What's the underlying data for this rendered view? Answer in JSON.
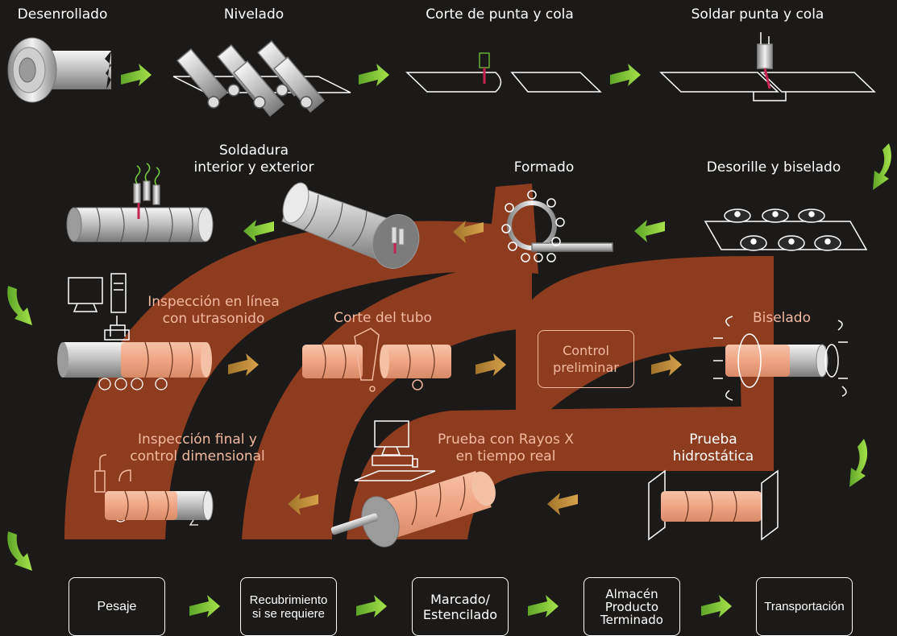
{
  "colors": {
    "background": "#1b1a19",
    "band": "#8d3c1f",
    "arrow_green": "#8ccf3c",
    "arrow_gold": "#c8923a",
    "pipe_pink": "#f0a585",
    "text_pink": "#f2b9a0"
  },
  "row1": {
    "s1": "Desenrollado",
    "s2": "Nivelado",
    "s3": "Corte de punta y cola",
    "s4": "Soldar punta y cola"
  },
  "row2": {
    "s1_line1": "Soldadura",
    "s1_line2": "interior y exterior",
    "s2": "Formado",
    "s3": "Desorille y biselado"
  },
  "row3": {
    "s1_line1": "Inspección en línea",
    "s1_line2": "con utrasonido",
    "s2": "Corte del tubo",
    "s3_line1": "Control",
    "s3_line2": "preliminar",
    "s4": "Biselado"
  },
  "row4": {
    "s1_line1": "Inspección final y",
    "s1_line2": "control dimensional",
    "s2_line1": "Prueba con Rayos X",
    "s2_line2": "en tiempo real",
    "s3_line1": "Prueba",
    "s3_line2": "hidrostática"
  },
  "row5": {
    "b1": "Pesaje",
    "b2_line1": "Recubrimiento",
    "b2_line2": "si se requiere",
    "b3_line1": "Marcado/",
    "b3_line2": "Estencilado",
    "b4_line1": "Almacén",
    "b4_line2": "Producto",
    "b4_line3": "Terminado",
    "b5": "Transportación"
  },
  "icons": [
    "coil-icon",
    "leveling-rollers-icon",
    "cutting-icon",
    "welding-torch-icon",
    "pipe-welding-icon",
    "forming-rollers-icon",
    "edge-trimming-icon",
    "ultrasound-station-icon",
    "pipe-cutter-icon",
    "beveling-machine-icon",
    "xray-station-icon",
    "hydrostatic-press-icon"
  ]
}
